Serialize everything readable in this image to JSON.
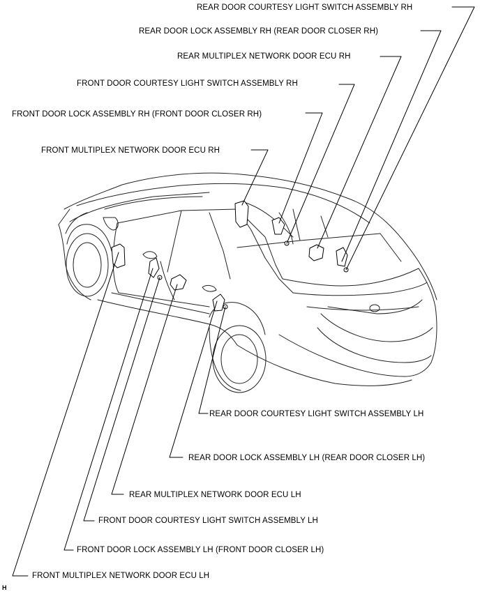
{
  "labels": {
    "rr_courtesy_rh": "REAR DOOR COURTESY LIGHT SWITCH ASSEMBLY RH",
    "rr_lock_rh": "REAR DOOR LOCK ASSEMBLY RH (REAR DOOR CLOSER RH)",
    "rr_ecu_rh": "REAR MULTIPLEX NETWORK DOOR ECU RH",
    "fr_courtesy_rh": "FRONT DOOR COURTESY LIGHT SWITCH ASSEMBLY RH",
    "fr_lock_rh": "FRONT DOOR LOCK ASSEMBLY RH (FRONT DOOR CLOSER RH)",
    "fr_ecu_rh": "FRONT MULTIPLEX NETWORK DOOR ECU RH",
    "rr_courtesy_lh": "REAR DOOR COURTESY LIGHT SWITCH ASSEMBLY LH",
    "rr_lock_lh": "REAR DOOR LOCK ASSEMBLY LH (REAR DOOR CLOSER LH)",
    "rr_ecu_lh": "REAR MULTIPLEX NETWORK DOOR ECU LH",
    "fr_courtesy_lh": "FRONT DOOR COURTESY LIGHT SWITCH ASSEMBLY LH",
    "fr_lock_lh": "FRONT DOOR LOCK ASSEMBLY LH (FRONT DOOR CLOSER LH)",
    "fr_ecu_lh": "FRONT MULTIPLEX NETWORK DOOR ECU LH"
  },
  "corner_mark": "H",
  "colors": {
    "line": "#000000",
    "background": "#ffffff"
  }
}
